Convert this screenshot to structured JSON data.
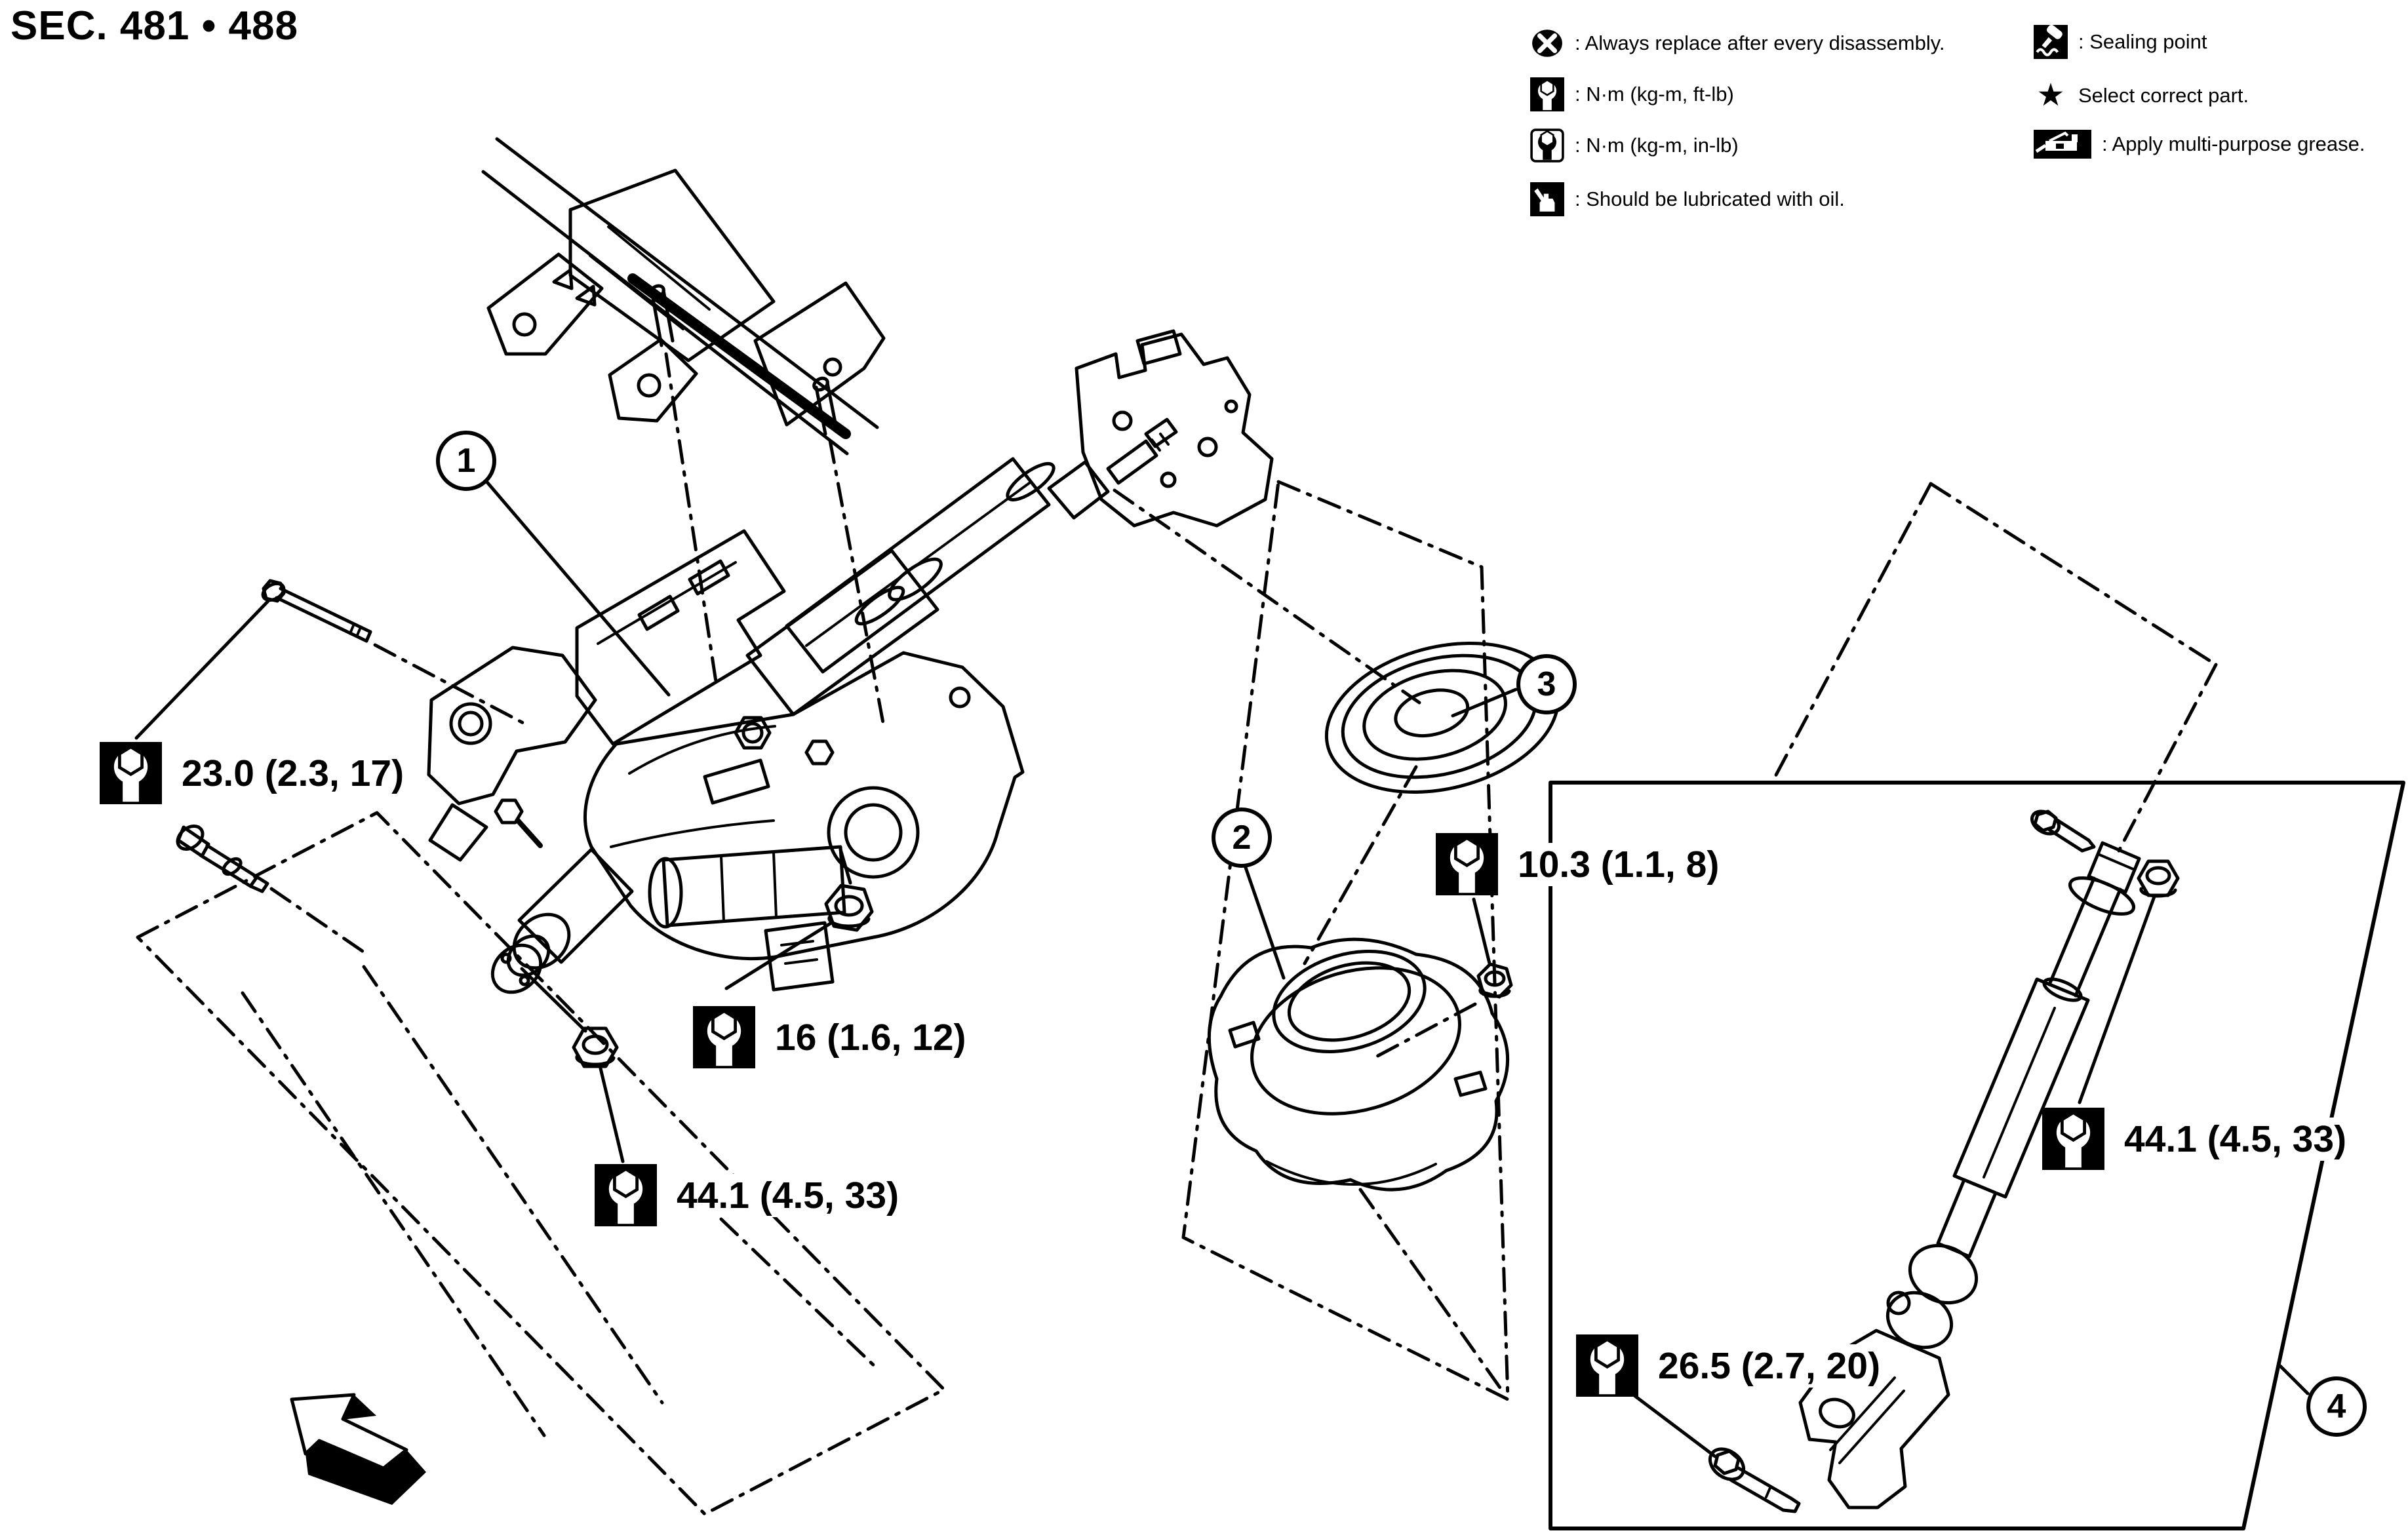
{
  "title": "SEC. 481 • 488",
  "legend": {
    "left": [
      {
        "icon": "always-replace-icon",
        "text": ": Always replace after every disassembly."
      },
      {
        "icon": "torque-ft-lb-icon",
        "text": ": N·m (kg-m, ft-lb)"
      },
      {
        "icon": "torque-in-lb-icon",
        "text": ": N·m (kg-m, in-lb)"
      },
      {
        "icon": "oil-lubricate-icon",
        "text": ": Should be lubricated with oil."
      }
    ],
    "right": [
      {
        "icon": "sealing-point-icon",
        "text": ": Sealing point"
      },
      {
        "icon": "select-part-star-icon",
        "text": "Select correct part."
      },
      {
        "icon": "grease-icon",
        "text": ": Apply multi-purpose grease."
      }
    ]
  },
  "parts": [
    {
      "number": "1"
    },
    {
      "number": "2"
    },
    {
      "number": "3"
    },
    {
      "number": "4"
    }
  ],
  "torques": [
    {
      "value": "23.0 (2.3, 17)"
    },
    {
      "value": "16 (1.6, 12)"
    },
    {
      "value": "44.1 (4.5, 33)"
    },
    {
      "value": "10.3 (1.1, 8)"
    },
    {
      "value": "44.1 (4.5, 33)"
    },
    {
      "value": "26.5 (2.7, 20)"
    }
  ],
  "colors": {
    "line": "#000000",
    "background": "#ffffff"
  }
}
